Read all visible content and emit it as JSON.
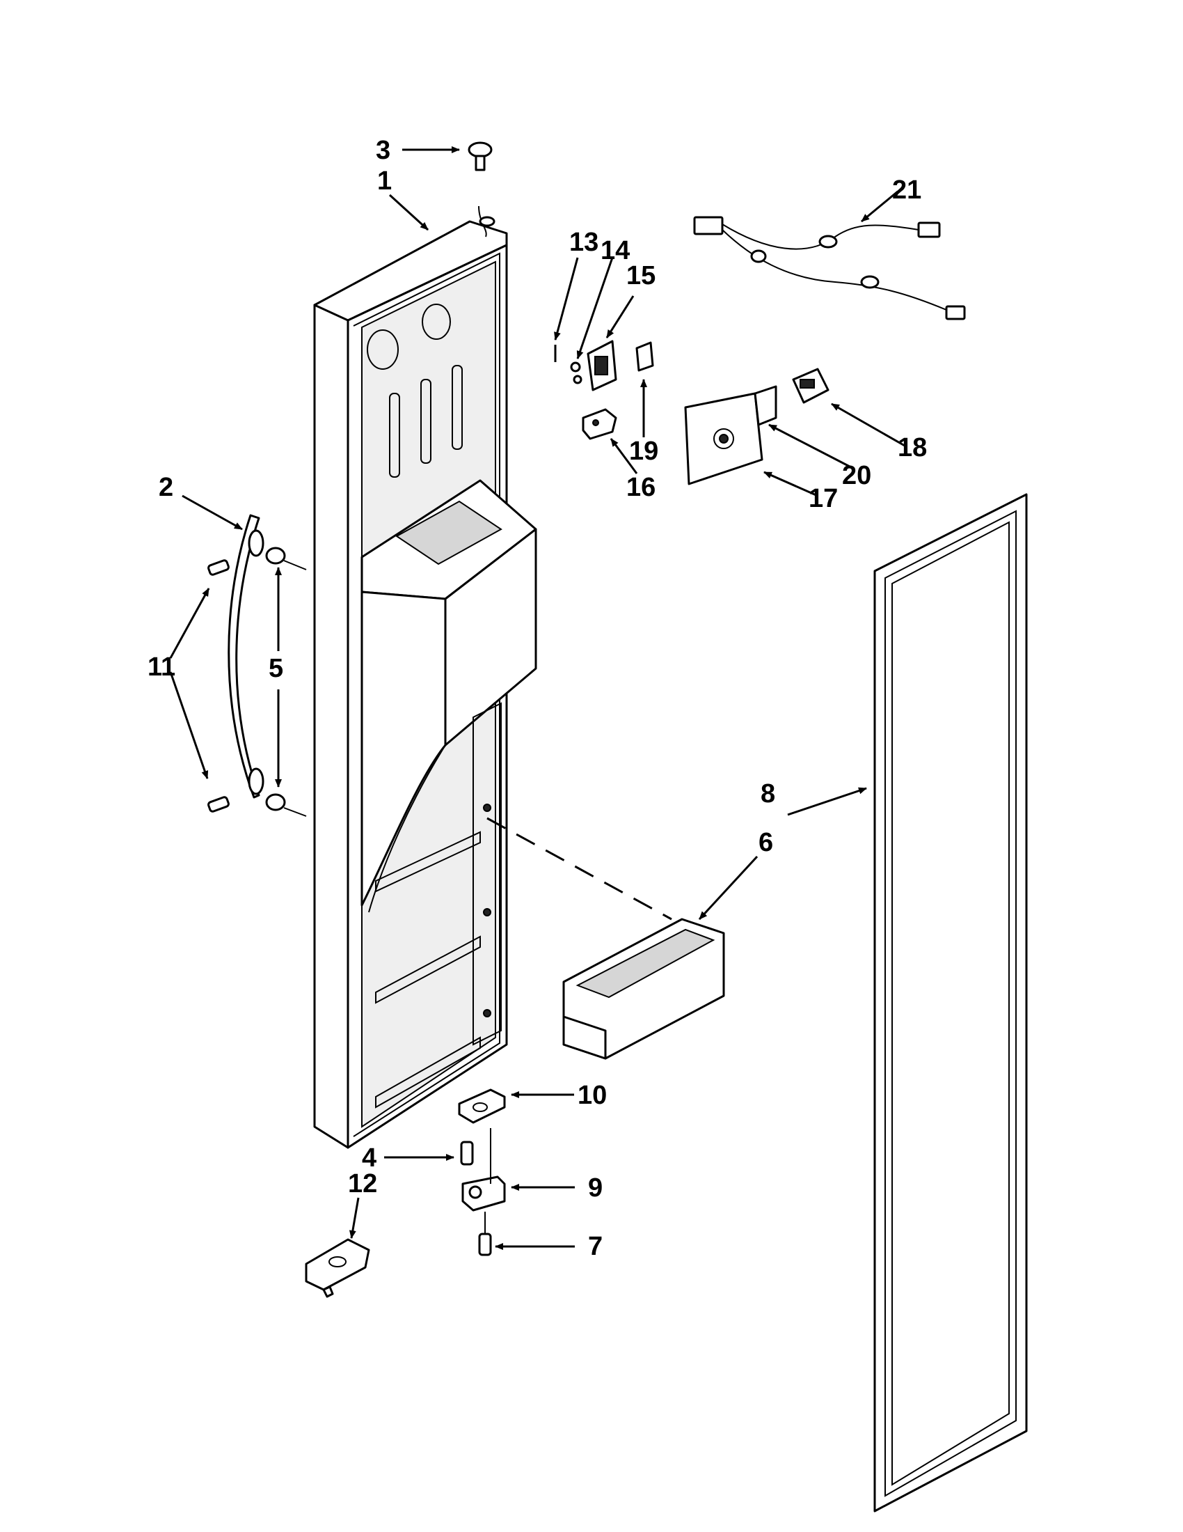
{
  "labels": {
    "1": "1",
    "2": "2",
    "3": "3",
    "4": "4",
    "5": "5",
    "6": "6",
    "7": "7",
    "8": "8",
    "9": "9",
    "10": "10",
    "11": "11",
    "12": "12",
    "13": "13",
    "14": "14",
    "15": "15",
    "16": "16",
    "17": "17",
    "18": "18",
    "19": "19",
    "20": "20",
    "21": "21"
  }
}
